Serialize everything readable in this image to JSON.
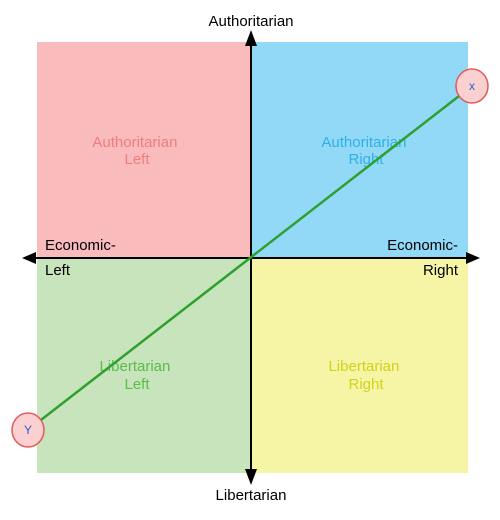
{
  "axes": {
    "top": "Authoritarian",
    "bottom": "Libertarian",
    "left_line1": "Economic-",
    "left_line2": "Left",
    "right_line1": "Economic-",
    "right_line2": "Right"
  },
  "quadrants": {
    "auth_left": {
      "line1": "Authoritarian",
      "line2": "Left",
      "fill": "#f9bbbb",
      "text_color": "#f07d7d"
    },
    "auth_right": {
      "line1": "Authoritarian",
      "line2": "Right",
      "fill": "#92d9f8",
      "text_color": "#2fb0e6"
    },
    "lib_left": {
      "line1": "Libertarian",
      "line2": "Left",
      "fill": "#c8e4bc",
      "text_color": "#5cbc4a"
    },
    "lib_right": {
      "line1": "Libertarian",
      "line2": "Right",
      "fill": "#f5f5a5",
      "text_color": "#d2d21c"
    }
  },
  "markers": {
    "x": {
      "label": "x",
      "fill": "#fbd0d0",
      "stroke": "#e05a5a",
      "text_color": "#2a5fd0"
    },
    "y": {
      "label": "Y",
      "fill": "#fbd0d0",
      "stroke": "#e05a5a",
      "text_color": "#2a5fd0"
    }
  },
  "line_color": "#2ea02e",
  "axis_color": "#000000"
}
